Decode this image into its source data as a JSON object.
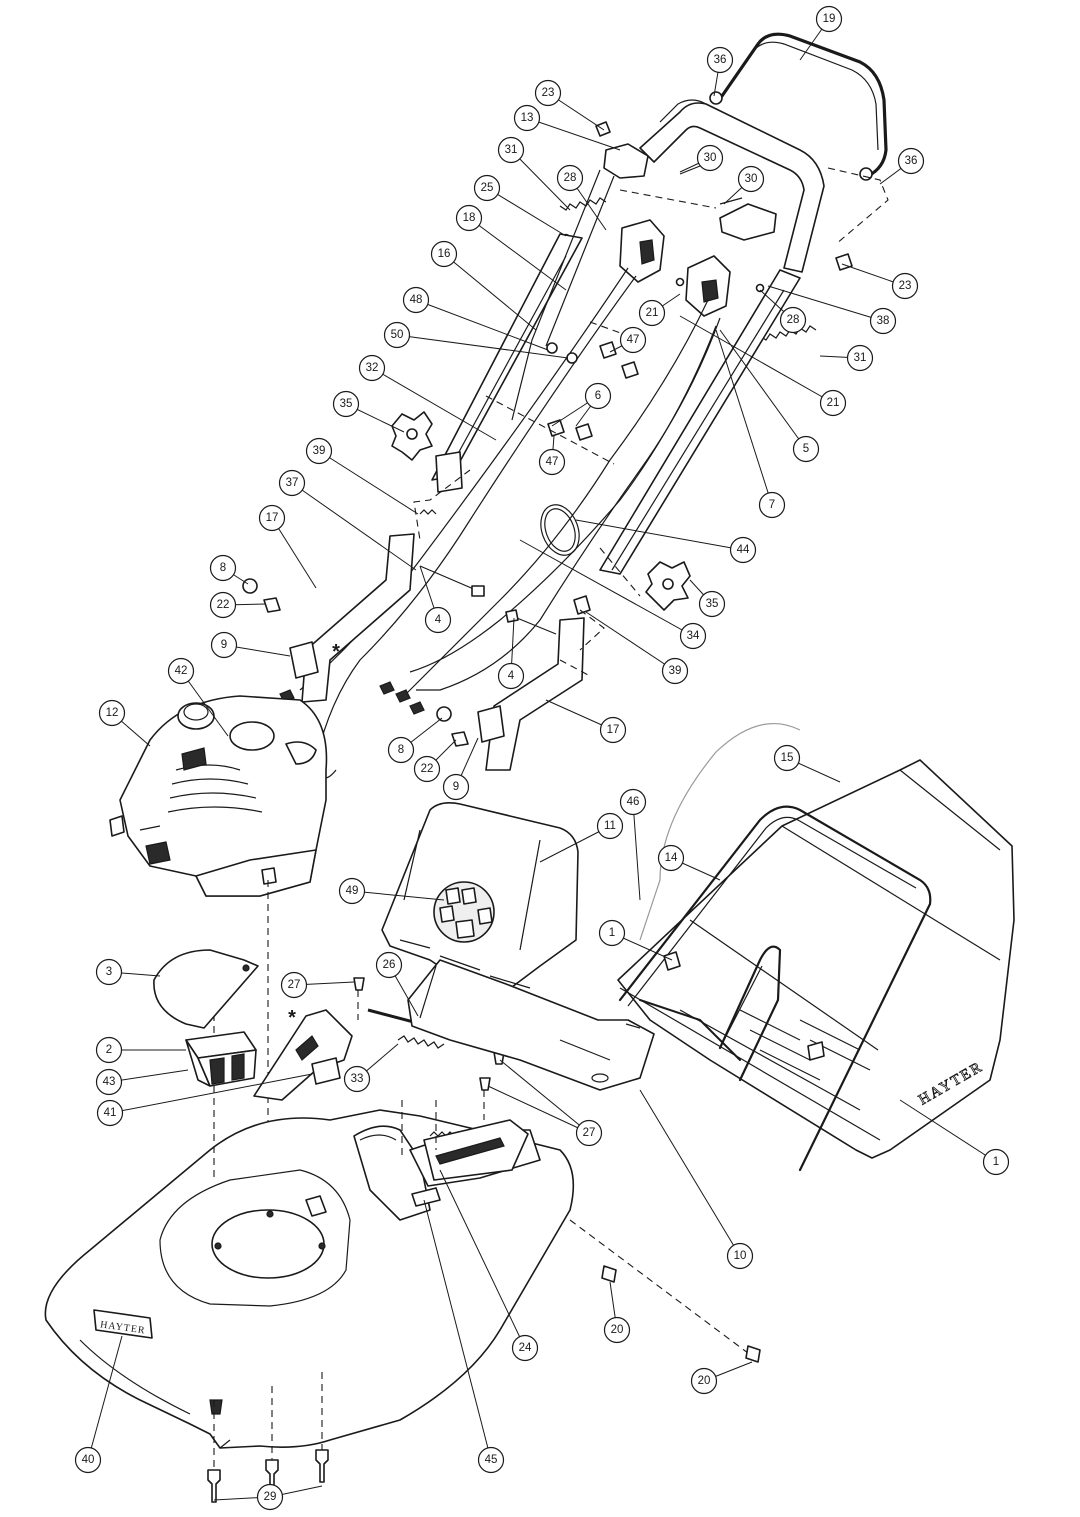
{
  "brand_text": "HAYTER",
  "asterisk_mark": "*",
  "callouts": [
    {
      "label": "19"
    },
    {
      "label": "36"
    },
    {
      "label": "23"
    },
    {
      "label": "13"
    },
    {
      "label": "30"
    },
    {
      "label": "36"
    },
    {
      "label": "31"
    },
    {
      "label": "28"
    },
    {
      "label": "30"
    },
    {
      "label": "25"
    },
    {
      "label": "18"
    },
    {
      "label": "23"
    },
    {
      "label": "16"
    },
    {
      "label": "21"
    },
    {
      "label": "28"
    },
    {
      "label": "48"
    },
    {
      "label": "38"
    },
    {
      "label": "47"
    },
    {
      "label": "50"
    },
    {
      "label": "31"
    },
    {
      "label": "32"
    },
    {
      "label": "6"
    },
    {
      "label": "21"
    },
    {
      "label": "35"
    },
    {
      "label": "47"
    },
    {
      "label": "5"
    },
    {
      "label": "39"
    },
    {
      "label": "7"
    },
    {
      "label": "37"
    },
    {
      "label": "17"
    },
    {
      "label": "44"
    },
    {
      "label": "8"
    },
    {
      "label": "35"
    },
    {
      "label": "22"
    },
    {
      "label": "4"
    },
    {
      "label": "34"
    },
    {
      "label": "9"
    },
    {
      "label": "39"
    },
    {
      "label": "4"
    },
    {
      "label": "42"
    },
    {
      "label": "12"
    },
    {
      "label": "17"
    },
    {
      "label": "8"
    },
    {
      "label": "22"
    },
    {
      "label": "9"
    },
    {
      "label": "15"
    },
    {
      "label": "46"
    },
    {
      "label": "11"
    },
    {
      "label": "14"
    },
    {
      "label": "49"
    },
    {
      "label": "1"
    },
    {
      "label": "3"
    },
    {
      "label": "27"
    },
    {
      "label": "26"
    },
    {
      "label": "2"
    },
    {
      "label": "43"
    },
    {
      "label": "33"
    },
    {
      "label": "41"
    },
    {
      "label": "27"
    },
    {
      "label": "1"
    },
    {
      "label": "10"
    },
    {
      "label": "20"
    },
    {
      "label": "24"
    },
    {
      "label": "20"
    },
    {
      "label": "40"
    },
    {
      "label": "45"
    },
    {
      "label": "29"
    }
  ]
}
